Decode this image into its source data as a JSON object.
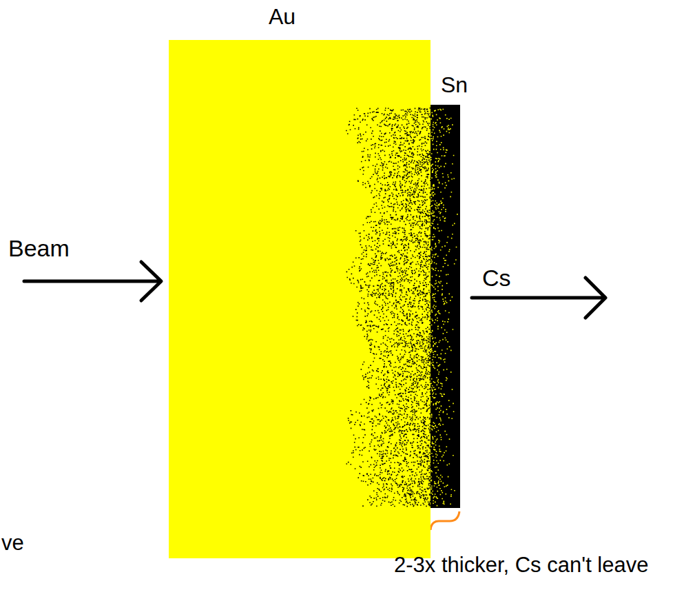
{
  "diagram": {
    "nodes": [
      {
        "text": [
          "Au"
        ]
      },
      {
        "text": [
          "Sn"
        ]
      }
    ],
    "labels": [
      "Beam",
      "Cs",
      "2-3x thicker, Cs can't leave",
      "ve"
    ]
  }
}
